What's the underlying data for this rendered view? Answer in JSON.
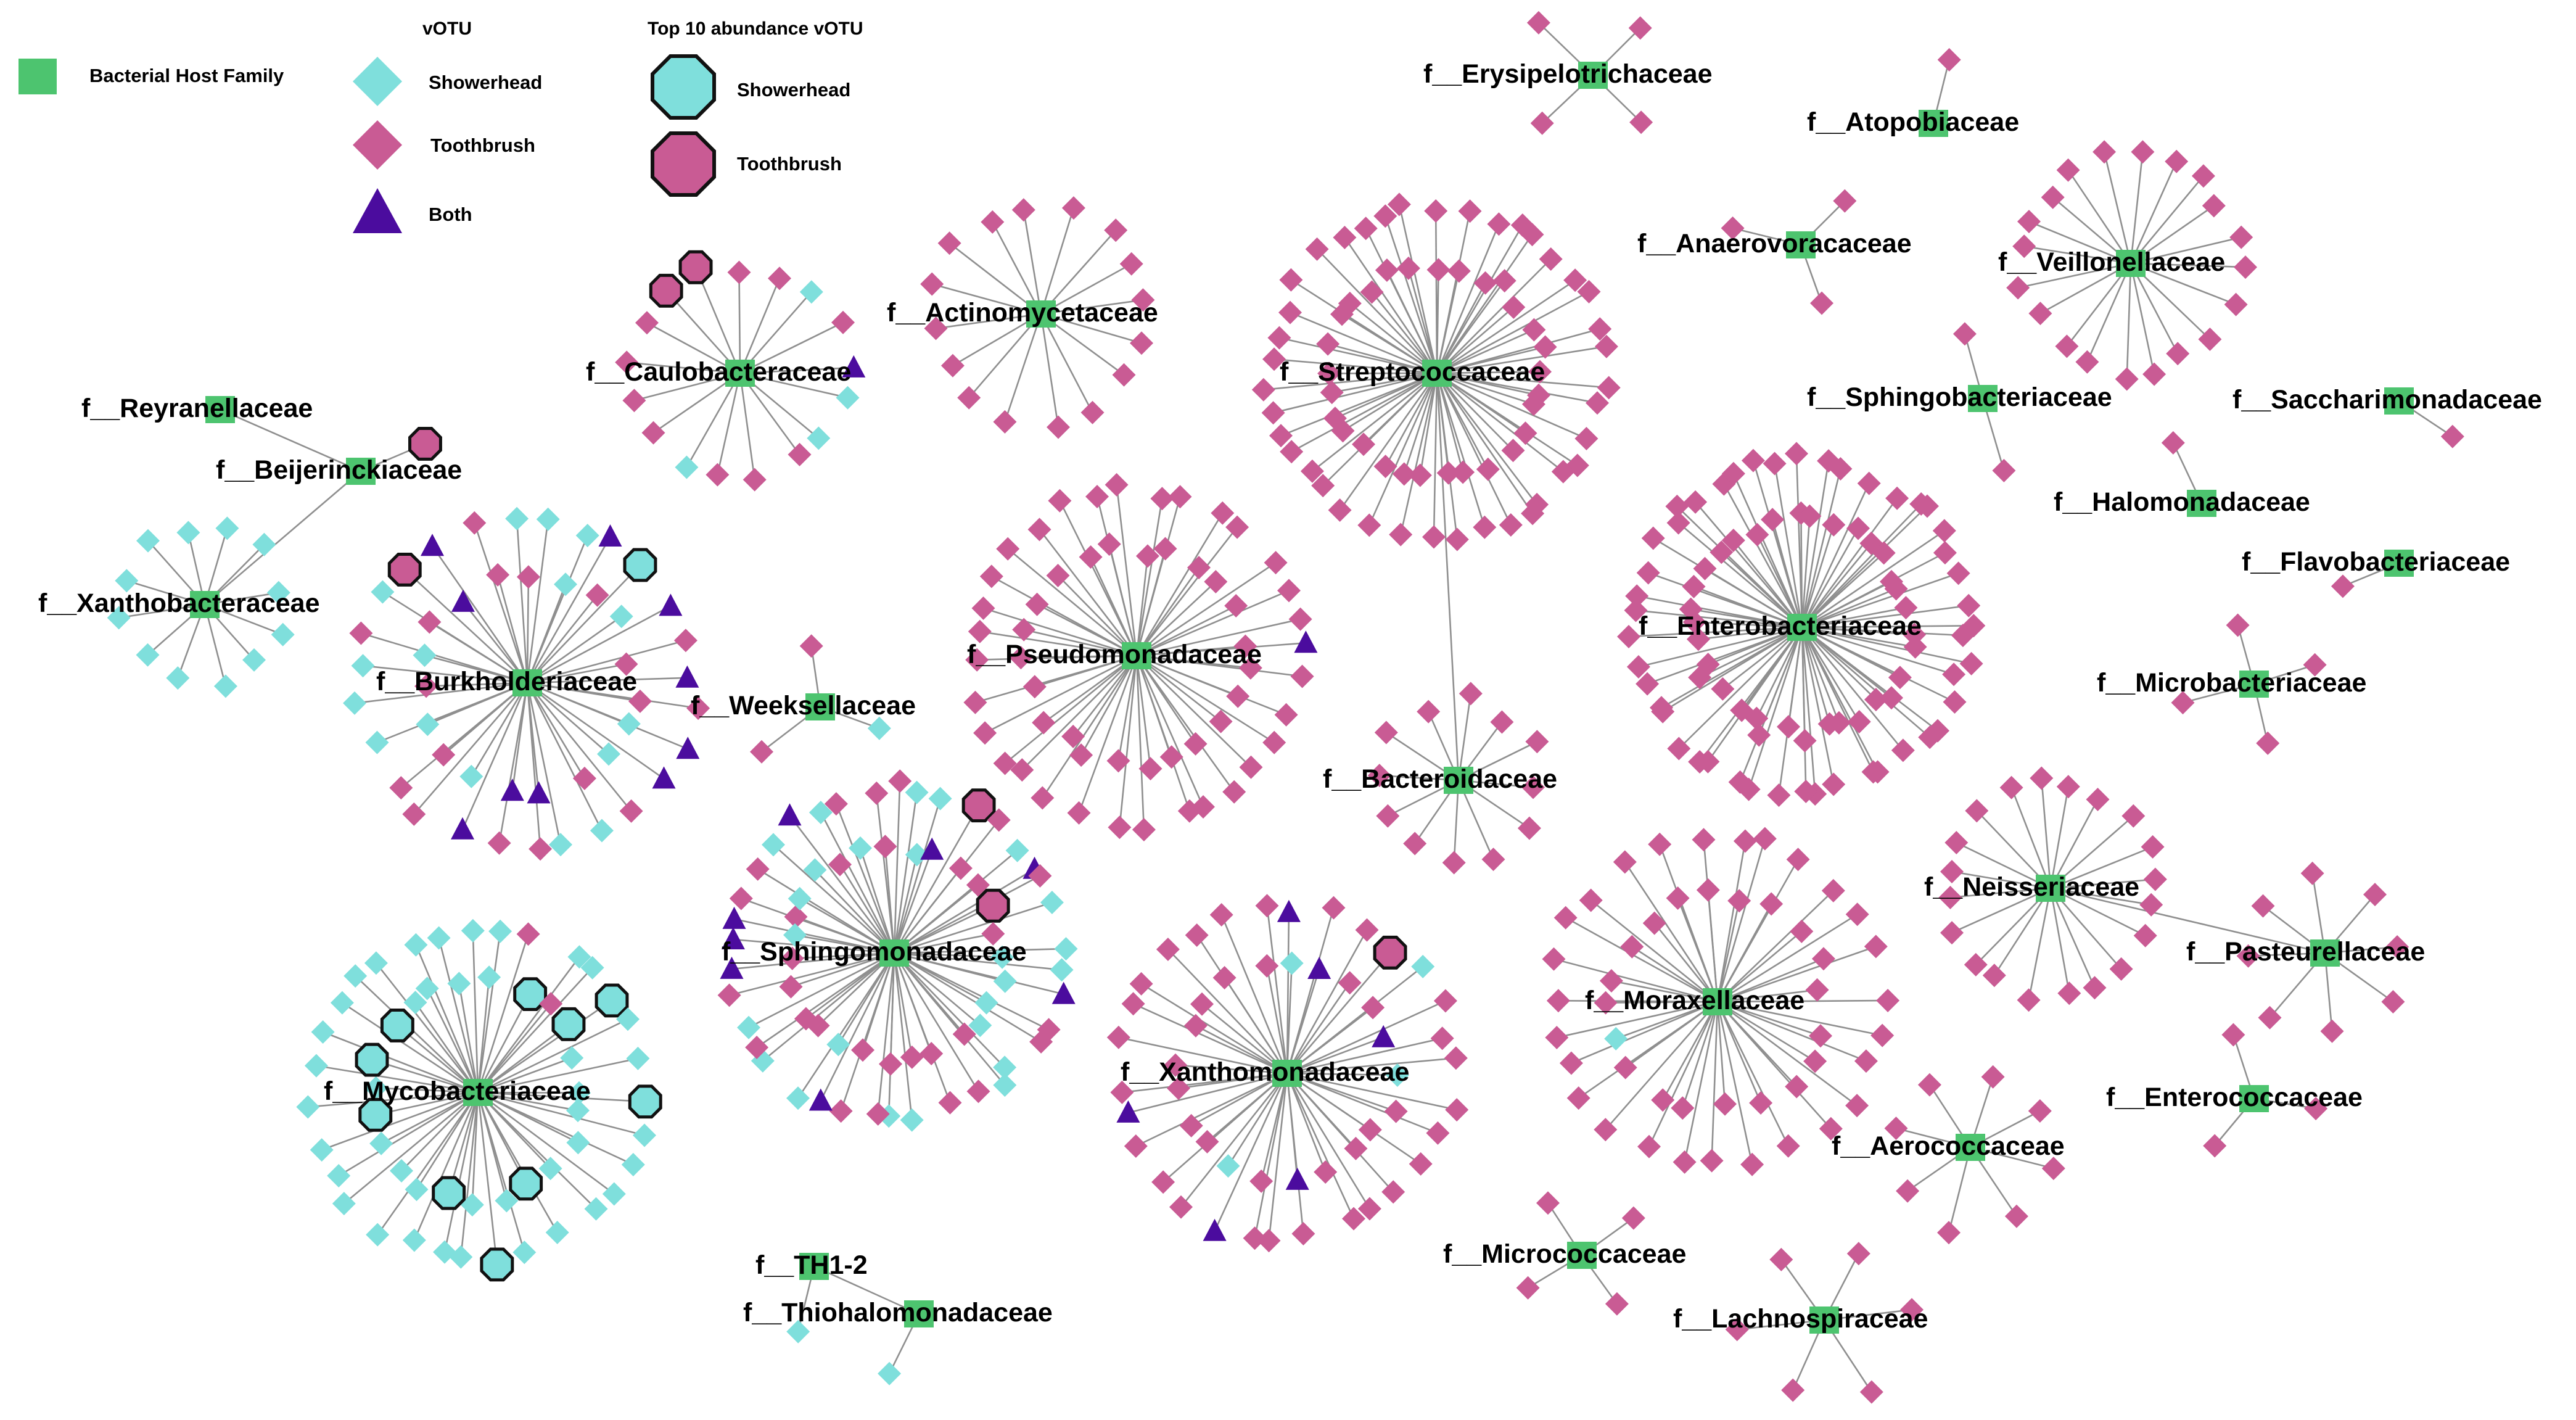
{
  "legend": {
    "host_label": "Bacterial Host Family",
    "votu_title": "vOTU",
    "votu_items": [
      {
        "label": "Showerhead",
        "shape": "diamond",
        "color": "#7fdfdc"
      },
      {
        "label": "Toothbrush",
        "shape": "diamond",
        "color": "#c95b94"
      },
      {
        "label": "Both",
        "shape": "triangle",
        "color": "#4b0c9e"
      }
    ],
    "top_title": "Top 10 abundance vOTU",
    "top_items": [
      {
        "label": "Showerhead",
        "shape": "octagon",
        "color": "#7fdfdc"
      },
      {
        "label": "Toothbrush",
        "shape": "octagon",
        "color": "#c95b94"
      }
    ]
  },
  "colors": {
    "host": "#4dc46f",
    "showerhead": "#7fdfdc",
    "toothbrush": "#c95b94",
    "both": "#4b0c9e",
    "edge": "#8f8f8f",
    "outline": "#111111"
  },
  "families": [
    {
      "id": "erysipelotrichaceae",
      "label": "f__Erysipelotrichaceae",
      "toothbrush": 4,
      "showerhead": 0,
      "both": 0,
      "top_showerhead": 0,
      "top_toothbrush": 0
    },
    {
      "id": "atopobiaceae",
      "label": "f__Atopobiaceae",
      "toothbrush": 1,
      "showerhead": 0,
      "both": 0,
      "top_showerhead": 0,
      "top_toothbrush": 0
    },
    {
      "id": "anaerovoracaceae",
      "label": "f__Anaerovoracaceae",
      "toothbrush": 3,
      "showerhead": 0,
      "both": 0,
      "top_showerhead": 0,
      "top_toothbrush": 0
    },
    {
      "id": "veillonellaceae",
      "label": "f__Veillonellaceae",
      "toothbrush": 20,
      "showerhead": 0,
      "both": 0,
      "top_showerhead": 0,
      "top_toothbrush": 0
    },
    {
      "id": "actinomycetaceae",
      "label": "f__Actinomycetaceae",
      "toothbrush": 16,
      "showerhead": 0,
      "both": 0,
      "top_showerhead": 0,
      "top_toothbrush": 0
    },
    {
      "id": "caulobacteraceae",
      "label": "f__Caulobacteraceae",
      "toothbrush": 10,
      "showerhead": 4,
      "both": 1,
      "top_showerhead": 0,
      "top_toothbrush": 2
    },
    {
      "id": "streptococcaceae",
      "label": "f__Streptococcaceae",
      "toothbrush": 68,
      "showerhead": 0,
      "both": 0,
      "top_showerhead": 0,
      "top_toothbrush": 0
    },
    {
      "id": "sphingobacteriaceae",
      "label": "f__Sphingobacteriaceae",
      "toothbrush": 2,
      "showerhead": 0,
      "both": 0,
      "top_showerhead": 0,
      "top_toothbrush": 0
    },
    {
      "id": "saccharimonadaceae",
      "label": "f__Saccharimonadaceae",
      "toothbrush": 1,
      "showerhead": 0,
      "both": 0,
      "top_showerhead": 0,
      "top_toothbrush": 0
    },
    {
      "id": "reyranellaceae",
      "label": "f__Reyranellaceae",
      "toothbrush": 0,
      "showerhead": 0,
      "both": 0,
      "top_showerhead": 0,
      "top_toothbrush": 0
    },
    {
      "id": "beijerinckiaceae",
      "label": "f__Beijerinckiaceae",
      "toothbrush": 0,
      "showerhead": 0,
      "both": 0,
      "top_showerhead": 0,
      "top_toothbrush": 1
    },
    {
      "id": "halomonadaceae",
      "label": "f__Halomonadaceae",
      "toothbrush": 1,
      "showerhead": 0,
      "both": 0,
      "top_showerhead": 0,
      "top_toothbrush": 0
    },
    {
      "id": "flavobacteriaceae",
      "label": "f__Flavobacteriaceae",
      "toothbrush": 1,
      "showerhead": 0,
      "both": 0,
      "top_showerhead": 0,
      "top_toothbrush": 0
    },
    {
      "id": "xanthobacteraceae",
      "label": "f__Xanthobacteraceae",
      "toothbrush": 0,
      "showerhead": 12,
      "both": 0,
      "top_showerhead": 0,
      "top_toothbrush": 0
    },
    {
      "id": "burkholderiaceae",
      "label": "f__Burkholderiaceae",
      "toothbrush": 18,
      "showerhead": 16,
      "both": 10,
      "top_showerhead": 1,
      "top_toothbrush": 1
    },
    {
      "id": "weeksellaceae",
      "label": "f__Weeksellaceae",
      "toothbrush": 2,
      "showerhead": 1,
      "both": 0,
      "top_showerhead": 0,
      "top_toothbrush": 0
    },
    {
      "id": "pseudomonadaceae",
      "label": "f__Pseudomonadaceae",
      "toothbrush": 54,
      "showerhead": 0,
      "both": 1,
      "top_showerhead": 0,
      "top_toothbrush": 0
    },
    {
      "id": "enterobacteriaceae",
      "label": "f__Enterobacteriaceae",
      "toothbrush": 80,
      "showerhead": 0,
      "both": 0,
      "top_showerhead": 0,
      "top_toothbrush": 0
    },
    {
      "id": "microbacteriaceae",
      "label": "f__Microbacteriaceae",
      "toothbrush": 4,
      "showerhead": 0,
      "both": 0,
      "top_showerhead": 0,
      "top_toothbrush": 0
    },
    {
      "id": "bacteroidaceae",
      "label": "f__Bacteroidaceae",
      "toothbrush": 12,
      "showerhead": 0,
      "both": 0,
      "top_showerhead": 0,
      "top_toothbrush": 0
    },
    {
      "id": "neisseriaceae",
      "label": "f__Neisseriaceae",
      "toothbrush": 20,
      "showerhead": 0,
      "both": 0,
      "top_showerhead": 0,
      "top_toothbrush": 0
    },
    {
      "id": "sphingomonadaceae",
      "label": "f__Sphingomonadaceae",
      "toothbrush": 30,
      "showerhead": 25,
      "both": 8,
      "top_showerhead": 0,
      "top_toothbrush": 2
    },
    {
      "id": "pasteurellaceae",
      "label": "f__Pasteurellaceae",
      "toothbrush": 8,
      "showerhead": 0,
      "both": 0,
      "top_showerhead": 0,
      "top_toothbrush": 0
    },
    {
      "id": "moraxellaceae",
      "label": "f__Moraxellaceae",
      "toothbrush": 46,
      "showerhead": 1,
      "both": 0,
      "top_showerhead": 0,
      "top_toothbrush": 0
    },
    {
      "id": "mycobacteriaceae",
      "label": "f__Mycobacteriaceae",
      "toothbrush": 2,
      "showerhead": 42,
      "both": 0,
      "top_showerhead": 10,
      "top_toothbrush": 0
    },
    {
      "id": "xanthomonadaceae",
      "label": "f__Xanthomonadaceae",
      "toothbrush": 40,
      "showerhead": 4,
      "both": 6,
      "top_showerhead": 0,
      "top_toothbrush": 1
    },
    {
      "id": "enterococcaceae",
      "label": "f__Enterococcaceae",
      "toothbrush": 3,
      "showerhead": 0,
      "both": 0,
      "top_showerhead": 0,
      "top_toothbrush": 0
    },
    {
      "id": "aerococcaceae",
      "label": "f__Aerococcaceae",
      "toothbrush": 8,
      "showerhead": 0,
      "both": 0,
      "top_showerhead": 0,
      "top_toothbrush": 0
    },
    {
      "id": "th1-2",
      "label": "f__TH1-2",
      "toothbrush": 0,
      "showerhead": 1,
      "both": 0,
      "top_showerhead": 0,
      "top_toothbrush": 0
    },
    {
      "id": "thiohalomonadaceae",
      "label": "f__Thiohalomonadaceae",
      "toothbrush": 0,
      "showerhead": 1,
      "both": 0,
      "top_showerhead": 0,
      "top_toothbrush": 0
    },
    {
      "id": "micrococcaceae",
      "label": "f__Micrococcaceae",
      "toothbrush": 4,
      "showerhead": 0,
      "both": 0,
      "top_showerhead": 0,
      "top_toothbrush": 0
    },
    {
      "id": "lachnospiraceae",
      "label": "f__Lachnospiraceae",
      "toothbrush": 6,
      "showerhead": 0,
      "both": 0,
      "top_showerhead": 0,
      "top_toothbrush": 0
    }
  ],
  "links": [
    [
      "reyranellaceae",
      "beijerinckiaceae"
    ],
    [
      "beijerinckiaceae",
      "xanthobacteraceae"
    ],
    [
      "streptococcaceae",
      "bacteroidaceae"
    ],
    [
      "neisseriaceae",
      "pasteurellaceae"
    ],
    [
      "th1-2",
      "thiohalomonadaceae"
    ]
  ]
}
